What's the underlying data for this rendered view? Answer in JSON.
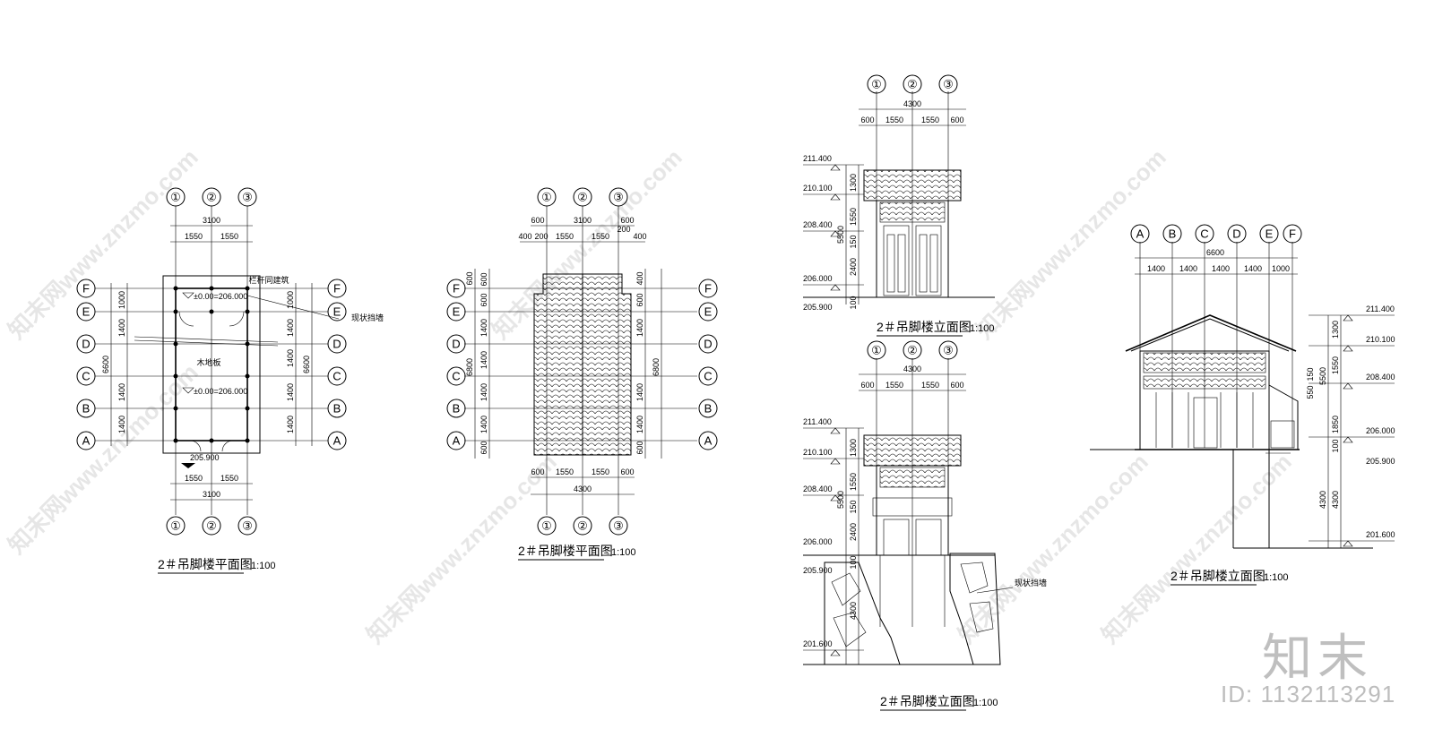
{
  "drawing": {
    "axes_num": [
      "①",
      "②",
      "③"
    ],
    "axes_let": [
      "A",
      "B",
      "C",
      "D",
      "E",
      "F"
    ],
    "plan1": {
      "title": "2＃吊脚楼平面图",
      "scale": "1:100",
      "dims_top": [
        "3100",
        "1550",
        "1550"
      ],
      "dims_bottom": [
        "1550",
        "1550",
        "3100"
      ],
      "dims_side": [
        "1000",
        "1400",
        "1400",
        "1400",
        "1400"
      ],
      "dim_total": "6600",
      "note_rail": "栏杆同建筑",
      "note_wall": "现状挡墙",
      "floor": "木地板",
      "level_1": "±0.00=206.000",
      "level_2": "±0.00=206.000",
      "level_3": "205.900"
    },
    "plan2": {
      "title": "2＃吊脚楼平面图",
      "scale": "1:100",
      "dims_top": [
        "600",
        "3100",
        "600",
        "400",
        "200",
        "1550",
        "1550",
        "200",
        "400"
      ],
      "dims_bottom": [
        "600",
        "1550",
        "1550",
        "600",
        "4300"
      ],
      "dims_side": [
        "600",
        "400",
        "600",
        "1400",
        "1400",
        "1400",
        "1400",
        "600"
      ],
      "dim_total": "6800"
    },
    "elev1": {
      "title": "2＃吊脚楼立面图",
      "scale": "1:100",
      "dims_top": [
        "4300",
        "600",
        "1550",
        "1550",
        "600"
      ],
      "levels": [
        "211.400",
        "210.100",
        "208.400",
        "206.000",
        "205.900"
      ],
      "dims_side": [
        "1300",
        "1550",
        "5500",
        "150",
        "2400",
        "100"
      ]
    },
    "elev2": {
      "title": "2＃吊脚楼立面图",
      "scale": "1:100",
      "dims_top": [
        "4300",
        "600",
        "1550",
        "1550",
        "600"
      ],
      "levels": [
        "211.400",
        "210.100",
        "208.400",
        "206.000",
        "205.900",
        "201.600"
      ],
      "dims_side": [
        "1300",
        "1550",
        "5500",
        "150",
        "2400",
        "100",
        "4300"
      ],
      "note_wall": "现状挡墙"
    },
    "elev3": {
      "title": "2＃吊脚楼立面图",
      "scale": "1:100",
      "dims_top": [
        "6600",
        "1400",
        "1400",
        "1400",
        "1400",
        "1000"
      ],
      "levels": [
        "211.400",
        "210.100",
        "208.400",
        "206.000",
        "205.900",
        "201.600"
      ],
      "dims_side": [
        "1300",
        "1550",
        "5500",
        "1850",
        "100",
        "4300",
        "4300",
        "550",
        "150"
      ]
    }
  },
  "watermark": "知末网www.znzmo.com",
  "brand": {
    "logo_text": "知末",
    "id_text": "ID: 1132113291"
  }
}
